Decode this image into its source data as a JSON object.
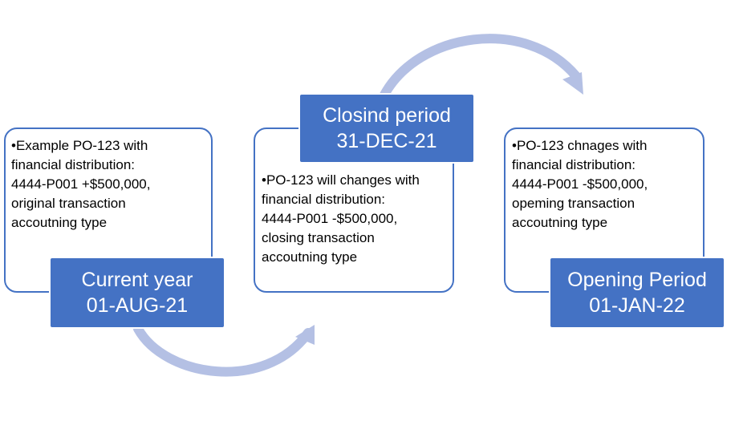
{
  "colors": {
    "box_fill": "#4472c4",
    "box_text": "#ffffff",
    "card_border": "#4472c4",
    "arrow": "#b4c0e4"
  },
  "stages": [
    {
      "label_line1": "Current year",
      "label_line2": "01-AUG-21",
      "note": "•Example PO-123 with\nfinancial distribution:\n4444-P001 +$500,000,\noriginal transaction\naccoutning type"
    },
    {
      "label_line1": "Closind period",
      "label_line2": "31-DEC-21",
      "note": "•PO-123 will changes with\nfinancial distribution:\n4444-P001 -$500,000,\nclosing  transaction\naccoutning type"
    },
    {
      "label_line1": "Opening Period",
      "label_line2": "01-JAN-22",
      "note": "•PO-123 chnages with\nfinancial distribution:\n4444-P001 -$500,000,\nopeming  transaction\naccoutning type"
    }
  ]
}
